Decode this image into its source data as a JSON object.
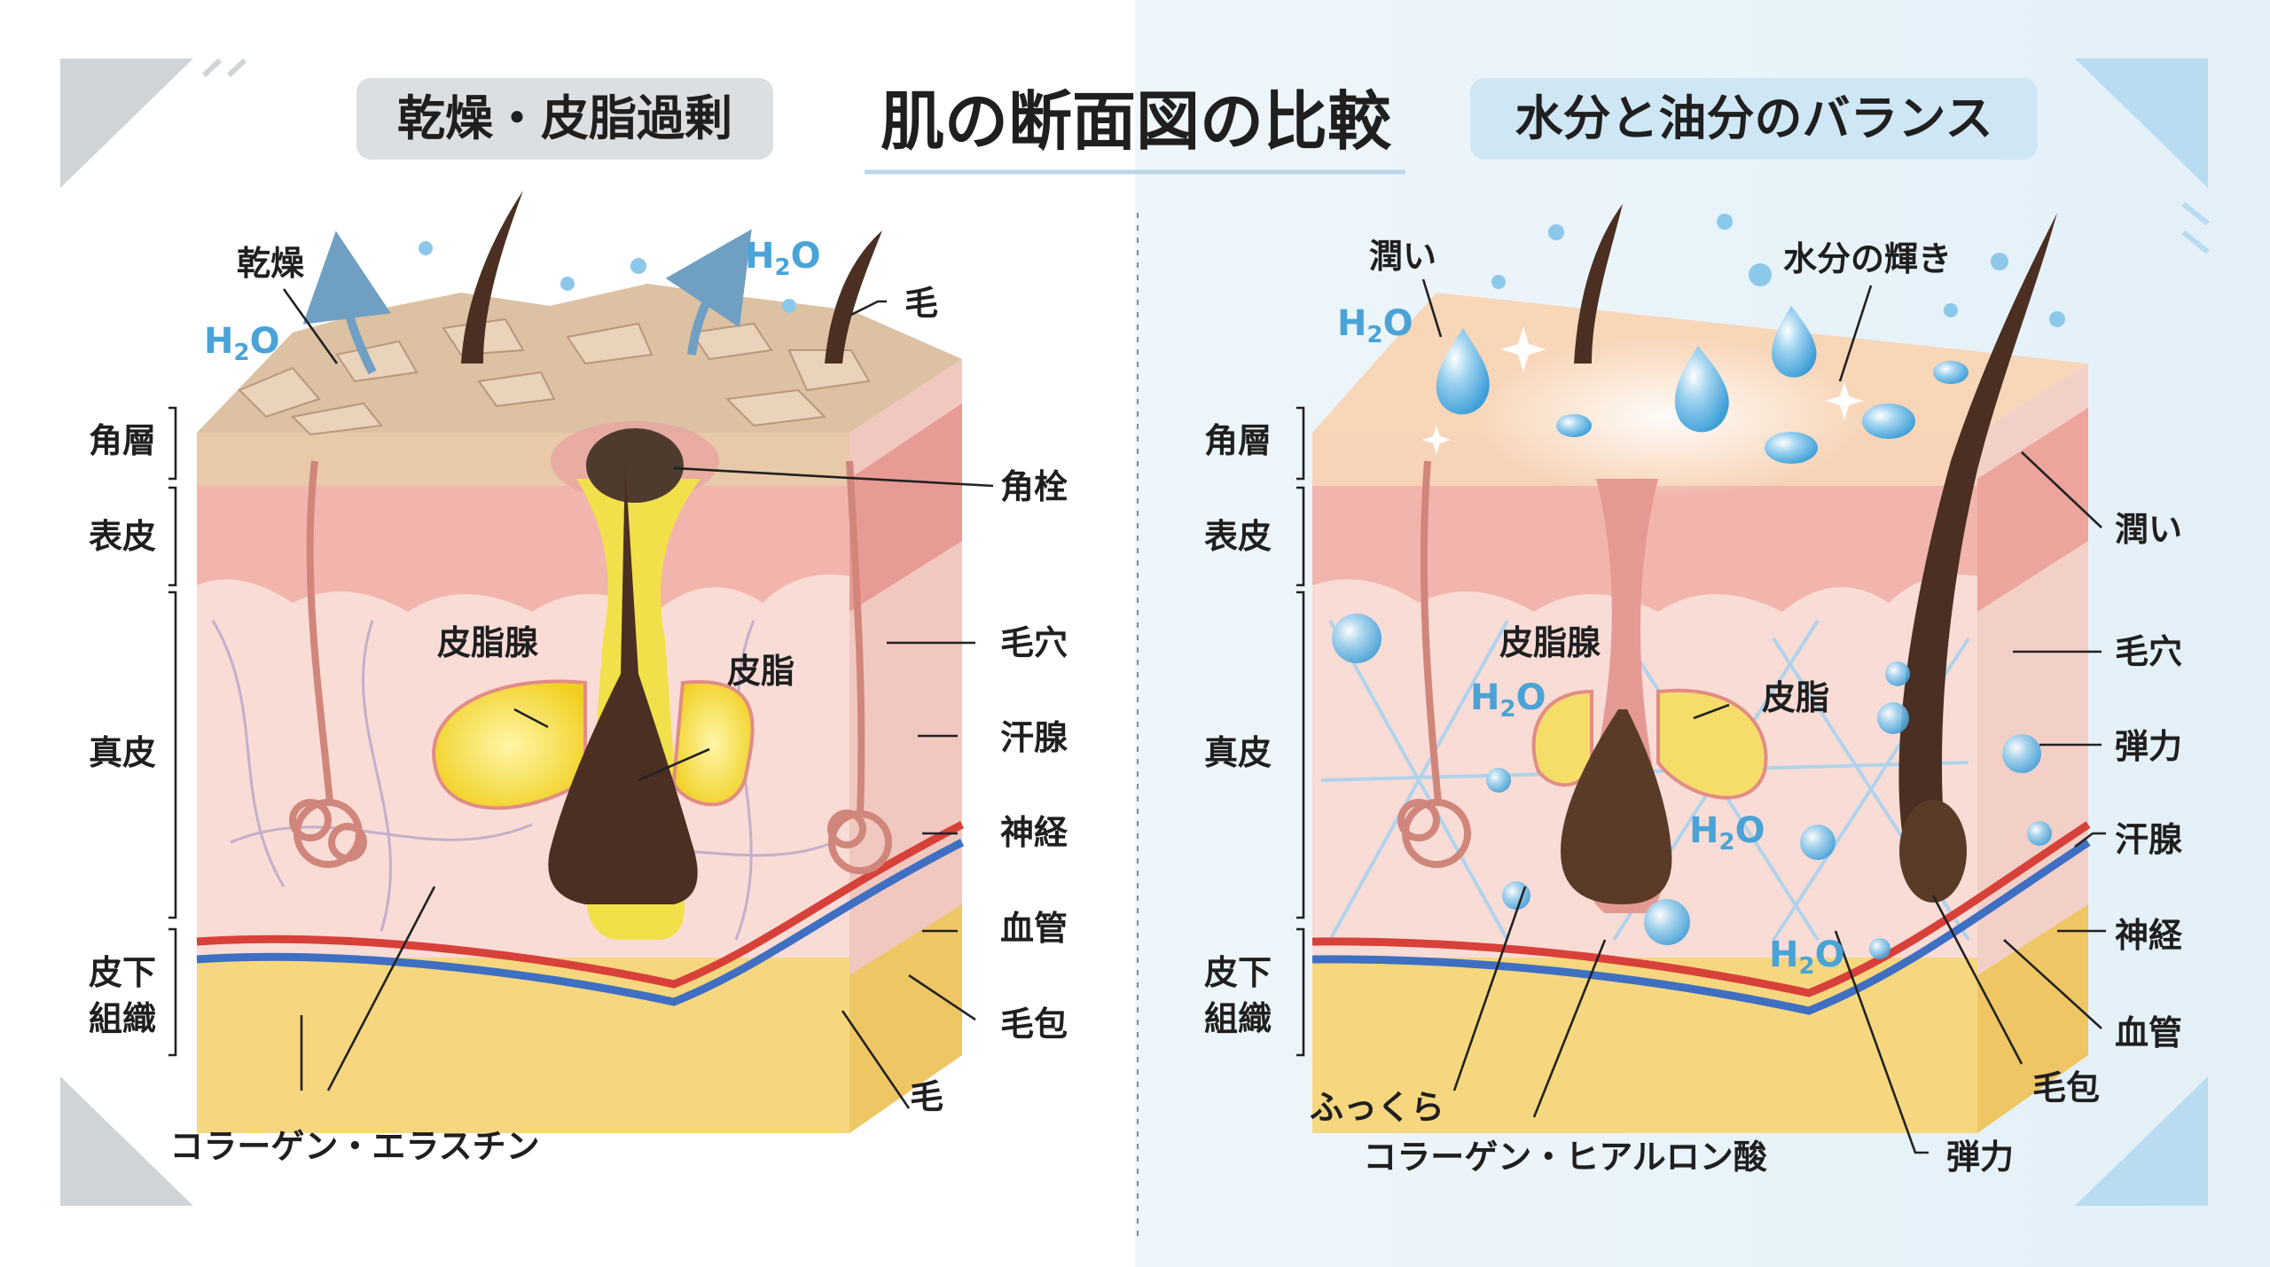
{
  "title": "肌の断面図の比較",
  "left_panel": {
    "heading": "乾燥・皮脂過剰",
    "layer_labels": [
      "角層",
      "表皮",
      "真皮"
    ],
    "layer_label_subcutis": [
      "皮下",
      "組織"
    ],
    "callouts": {
      "dryness": "乾燥",
      "hair_top": "毛",
      "plug": "角栓",
      "sebaceous_gland": "皮脂腺",
      "sebum": "皮脂",
      "pore": "毛穴",
      "sweat_gland": "汗腺",
      "nerve": "神経",
      "blood_vessel": "血管",
      "follicle": "毛包",
      "hair_bottom": "毛",
      "collagen": "コラーゲン・エラスチン"
    },
    "water_label_main": "H",
    "water_label_sub": "2",
    "water_label_end": "O"
  },
  "right_panel": {
    "heading": "水分と油分のバランス",
    "layer_labels": [
      "角層",
      "表皮",
      "真皮"
    ],
    "layer_label_subcutis": [
      "皮下",
      "組織"
    ],
    "callouts": {
      "moisture_top": "潤い",
      "shine": "水分の輝き",
      "moisture_side": "潤い",
      "sebaceous_gland": "皮脂腺",
      "sebum": "皮脂",
      "pore": "毛穴",
      "elasticity_side": "弾力",
      "sweat_gland": "汗腺",
      "nerve": "神経",
      "blood_vessel": "血管",
      "follicle": "毛包",
      "plump": "ふっくら",
      "collagen_ha": "コラーゲン・ヒアルロン酸",
      "elasticity_bottom": "弾力"
    },
    "water_label_main": "H",
    "water_label_sub": "2",
    "water_label_end": "O"
  },
  "colors": {
    "heading_left_bg": "#dcdfe2",
    "heading_right_bg": "#cfe6f5",
    "right_bg": "#eaf4fa",
    "stratum_dry": "#dcc1a3",
    "epidermis": "#f1b5ad",
    "dermis": "#f9dcd6",
    "fat": "#f6d77f",
    "artery": "#d8403a",
    "vein": "#3f6fc2",
    "water": "#5bb2e3",
    "sebum": "#f1d42a",
    "hair": "#4a2f22"
  }
}
